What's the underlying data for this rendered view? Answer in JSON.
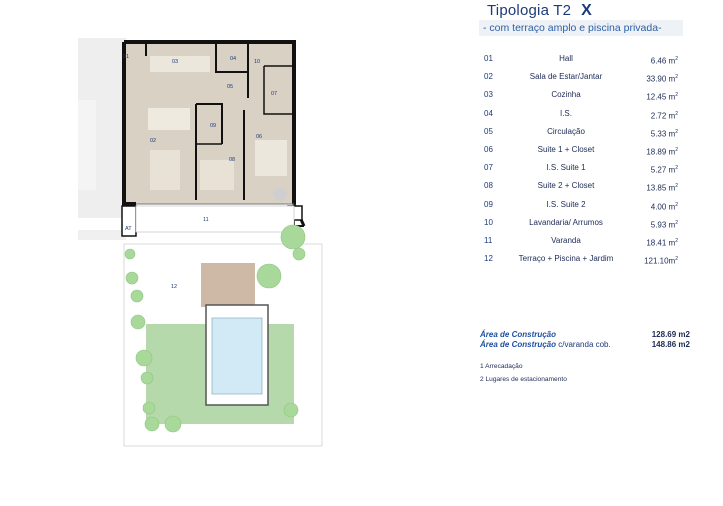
{
  "header": {
    "title": "Tipologia T2",
    "close_mark": "X",
    "subtitle": "- com terraço amplo e piscina privada-"
  },
  "rooms": [
    {
      "num": "01",
      "name": "Hall",
      "area": "6.46 m",
      "sup": "2"
    },
    {
      "num": "02",
      "name": "Sala de Estar/Jantar",
      "area": "33.90 m",
      "sup": "2"
    },
    {
      "num": "03",
      "name": "Cozinha",
      "area": "12.45 m",
      "sup": "2"
    },
    {
      "num": "04",
      "name": "I.S.",
      "area": "2.72 m",
      "sup": "2"
    },
    {
      "num": "05",
      "name": "Circulação",
      "area": "5.33 m",
      "sup": "2"
    },
    {
      "num": "06",
      "name": "Suite 1 + Closet",
      "area": "18.89 m",
      "sup": "2"
    },
    {
      "num": "07",
      "name": "I.S. Suite 1",
      "area": "5.27 m",
      "sup": "2"
    },
    {
      "num": "08",
      "name": "Suite 2 + Closet",
      "area": "13.85 m",
      "sup": "2"
    },
    {
      "num": "09",
      "name": "I.S. Suite 2",
      "area": "4.00 m",
      "sup": "2"
    },
    {
      "num": "10",
      "name": "Lavandaria/ Arrumos",
      "area": "5.93 m",
      "sup": "2"
    },
    {
      "num": "11",
      "name": "Varanda",
      "area": "18.41 m",
      "sup": "2"
    },
    {
      "num": "12",
      "name": "Terraço + Piscina + Jardim",
      "area": "121.10m",
      "sup": "2"
    }
  ],
  "totals": {
    "construction_label": "Área de Construção",
    "construction_value": "128.69 m2",
    "construction_covered_label": "Área de Construção",
    "construction_covered_suffix": " c/varanda cob.",
    "construction_covered_value": "148.86 m2"
  },
  "notes": {
    "storage": "1 Arrecadação",
    "parking": "2 Lugares de estacionamento"
  },
  "plan_labels": {
    "r01": "01",
    "r02": "02",
    "r03": "03",
    "r04": "04",
    "r05": "05",
    "r06": "06",
    "r07": "07",
    "r08": "08",
    "r09": "09",
    "r10": "10",
    "r11": "11",
    "r12": "12",
    "at": "AT"
  },
  "colors": {
    "floor": "#d9d2c4",
    "wall": "#111111",
    "grass": "#b5d9ab",
    "pool": "#d2eaf6",
    "deck": "#cdb9a6",
    "accent": "#1d3a7a"
  }
}
